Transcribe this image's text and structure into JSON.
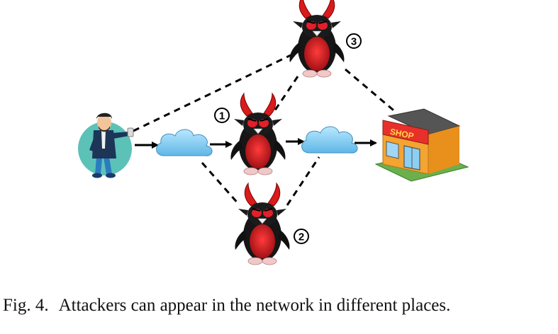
{
  "figure": {
    "caption_label": "Fig. 4.",
    "caption_text": "Attackers can appear in the network in different places."
  },
  "diagram": {
    "nodes": [
      {
        "id": "user",
        "kind": "user-icon"
      },
      {
        "id": "cloud-left",
        "kind": "cloud-icon"
      },
      {
        "id": "attacker-1",
        "kind": "devil-penguin-icon",
        "badge": "1"
      },
      {
        "id": "cloud-right",
        "kind": "cloud-icon"
      },
      {
        "id": "shop",
        "kind": "shop-icon",
        "sign": "SHOP"
      },
      {
        "id": "attacker-2",
        "kind": "devil-penguin-icon",
        "badge": "2"
      },
      {
        "id": "attacker-3",
        "kind": "devil-penguin-icon",
        "badge": "3"
      }
    ],
    "colors": {
      "cloud": "#8fd3f4",
      "user_circle": "#5cc2b8",
      "shop_wall": "#f3a431",
      "shop_sign": "#e8302a",
      "devil_red": "#c1121f"
    }
  }
}
